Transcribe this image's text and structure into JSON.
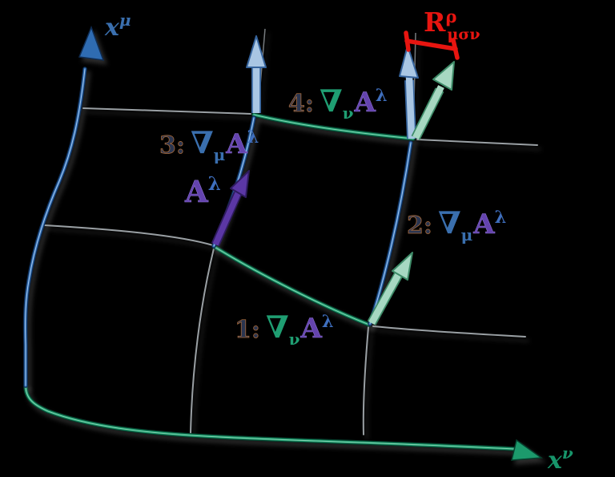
{
  "axis_labels": {
    "mu": {
      "base": "x",
      "sup": "μ"
    },
    "nu": {
      "base": "x",
      "sup": "ν"
    }
  },
  "vector_label": {
    "base": "A",
    "sup": "λ"
  },
  "step_labels": [
    {
      "num": "1:",
      "op": "∇",
      "sub": "ν",
      "vec": "A",
      "sup": "λ"
    },
    {
      "num": "2:",
      "op": "∇",
      "sub": "μ",
      "vec": "A",
      "sup": "λ"
    },
    {
      "num": "3:",
      "op": "∇",
      "sub": "μ",
      "vec": "A",
      "sup": "λ"
    },
    {
      "num": "4:",
      "op": "∇",
      "sub": "ν",
      "vec": "A",
      "sup": "λ"
    }
  ],
  "curvature_label": {
    "base": "R",
    "sup": "ρ",
    "sub": "μσν"
  },
  "colors": {
    "background": "#000000",
    "axis_mu_blue": "#2f6cb2",
    "axis_nu_green": "#1c9a6c",
    "pale_blue_arrow": "#a9c6e3",
    "pale_green_arrow": "#a7d8c2",
    "vector_purple": "#5b37a5",
    "difference_red": "#e81510",
    "grid_gray": "#9aa0a4",
    "lambda_blue": "#3f6fbe",
    "step_number_dark": "#2a3550"
  }
}
